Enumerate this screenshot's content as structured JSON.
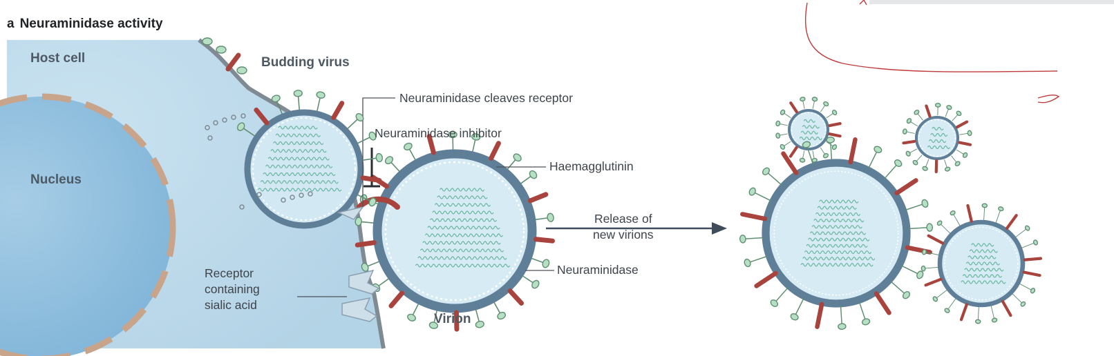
{
  "figure": {
    "panel_letter": "a",
    "title": "Neuraminidase activity"
  },
  "labels": {
    "host_cell": "Host cell",
    "nucleus": "Nucleus",
    "budding_virus": "Budding virus",
    "virion": "Virion",
    "neuraminidase_cleaves": "Neuraminidase cleaves receptor",
    "neuraminidase_inhibitor": "Neuraminidase inhibitor",
    "haemagglutinin": "Haemagglutinin",
    "neuraminidase": "Neuraminidase",
    "receptor": "Receptor\ncontaining\nsialic acid",
    "release": "Release of\nnew virions"
  },
  "colors": {
    "cytoplasm": "#bcd9ea",
    "nucleus": "#8fbedd",
    "nuclear_membrane": "#c7a48a",
    "membrane": "#7f8a92",
    "virion_envelope": "#5e7f97",
    "virion_interior": "#d6ebf4",
    "haemagglutinin": "#b7dfc4",
    "neuraminidase": "#a8433d",
    "rna": "#6ab6a1",
    "annotation_ink": "#c0393b"
  }
}
